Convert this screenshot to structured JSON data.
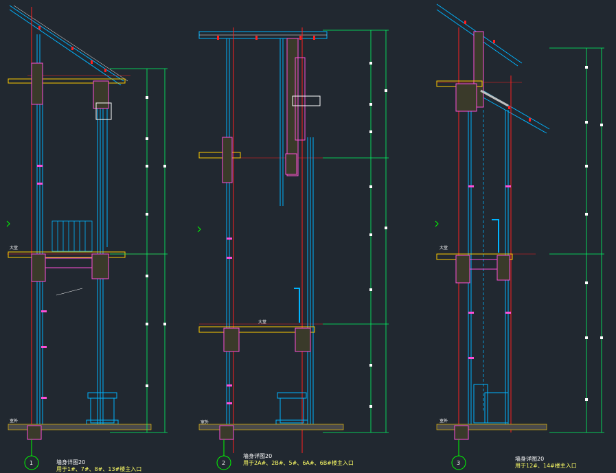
{
  "drawing": {
    "background": "#212830",
    "colors": {
      "grid": "#00ff00",
      "axis": "#ff2020",
      "structure": "#00b4ff",
      "wall": "#ff4fd8",
      "slab": "#ffcc00",
      "text": "#ffffff",
      "dim": "#00ff66",
      "ground": "#c0c0c0"
    }
  },
  "sections": [
    {
      "number": "1",
      "title": "墙身详图20",
      "subtitle": "用于1#、7#、8#、13#楼主入口"
    },
    {
      "number": "2",
      "title": "墙身详图20",
      "subtitle": "用于2A#、2B#、5#、6A#、6B#楼主入口"
    },
    {
      "number": "3",
      "title": "墙身详图20",
      "subtitle": "用于12#、14#楼主入口"
    }
  ],
  "level_marks": {
    "ground": "室外",
    "floor": "大堂"
  }
}
